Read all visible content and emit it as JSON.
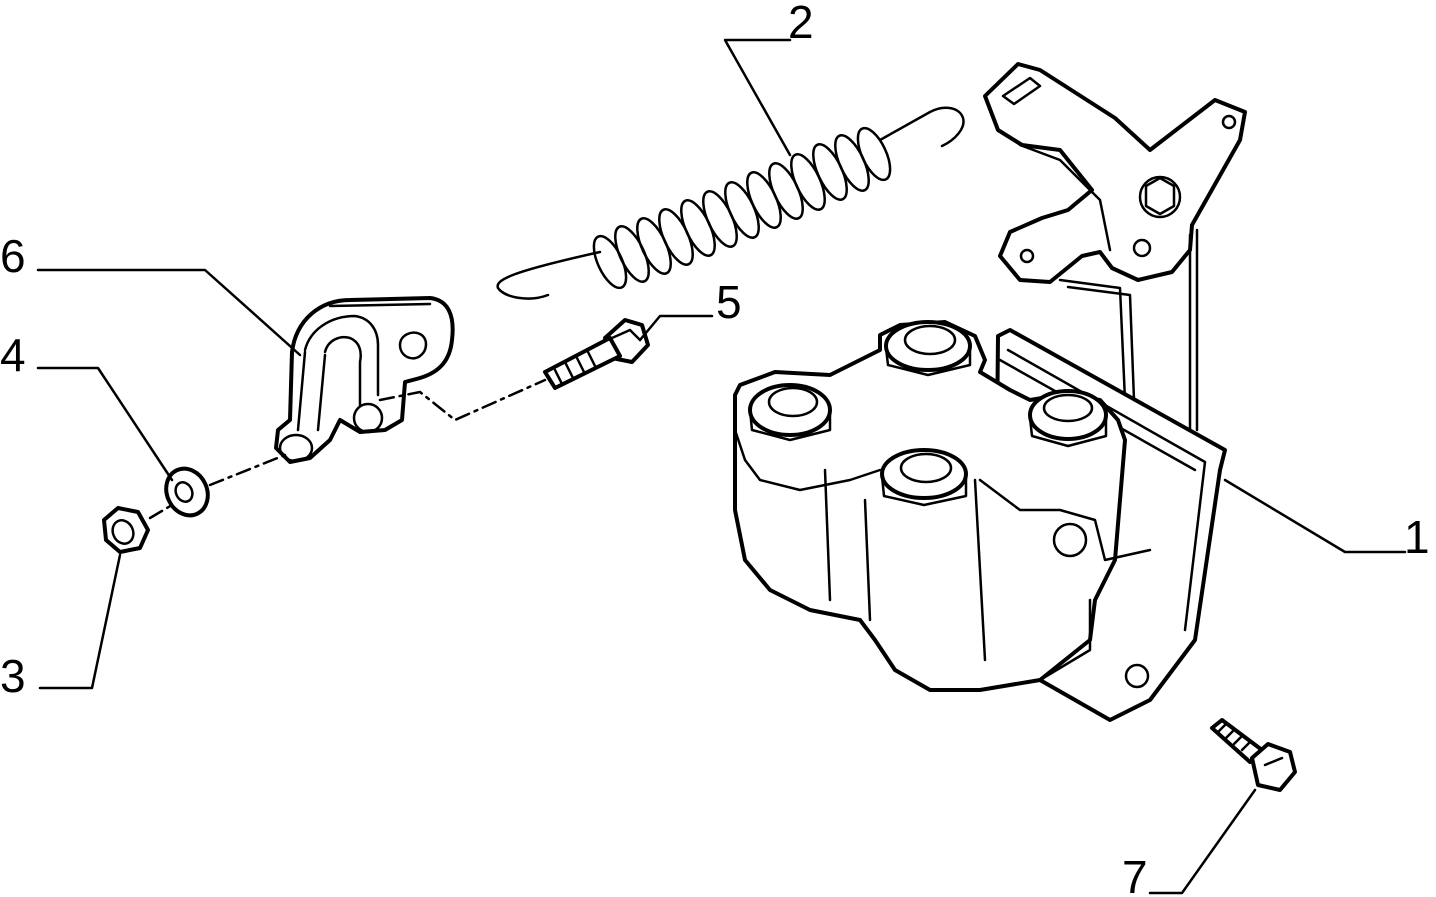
{
  "callouts": {
    "c1": "1",
    "c2": "2",
    "c3": "3",
    "c4": "4",
    "c5": "5",
    "c6": "6",
    "c7": "7"
  },
  "colors": {
    "ink": "#000000",
    "paper": "#ffffff"
  }
}
